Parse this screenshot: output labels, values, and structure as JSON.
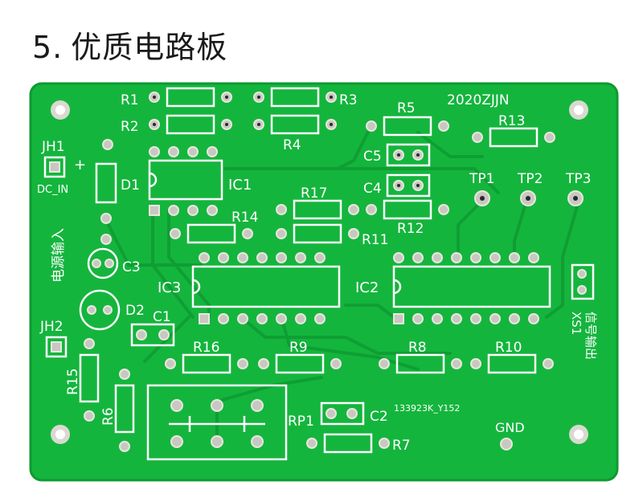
{
  "heading": {
    "number": "5.",
    "title": "优质电路板"
  },
  "colors": {
    "board": "#14b53d",
    "board_edge": "#0e9a31",
    "trace": "#0f9e34",
    "silk": "#ffffff",
    "pad": "#c8c8c0",
    "hole": "#2a2a2a"
  },
  "labels": {
    "r1": "R1",
    "r2": "R2",
    "r3": "R3",
    "r4": "R4",
    "r5": "R5",
    "r13": "R13",
    "year": "2020ZJJN",
    "jh1": "JH1",
    "plus": "+",
    "dc_in": "DC_IN",
    "d1": "D1",
    "ic1": "IC1",
    "c5": "C5",
    "c4": "C4",
    "tp1": "TP1",
    "tp2": "TP2",
    "tp3": "TP3",
    "r17": "R17",
    "r14": "R14",
    "r11": "R11",
    "r12": "R12",
    "power_in": "电源输入",
    "c3": "C3",
    "ic3": "IC3",
    "ic2": "IC2",
    "d2": "D2",
    "c1": "C1",
    "jh2": "JH2",
    "xs1": "XS1",
    "signal_out": "信号输出",
    "r16": "R16",
    "r9": "R9",
    "r8": "R8",
    "r10": "R10",
    "r15": "R15",
    "r6": "R6",
    "rp1": "RP1",
    "c2": "C2",
    "code": "133923K_Y152",
    "gnd": "GND",
    "r7": "R7"
  }
}
